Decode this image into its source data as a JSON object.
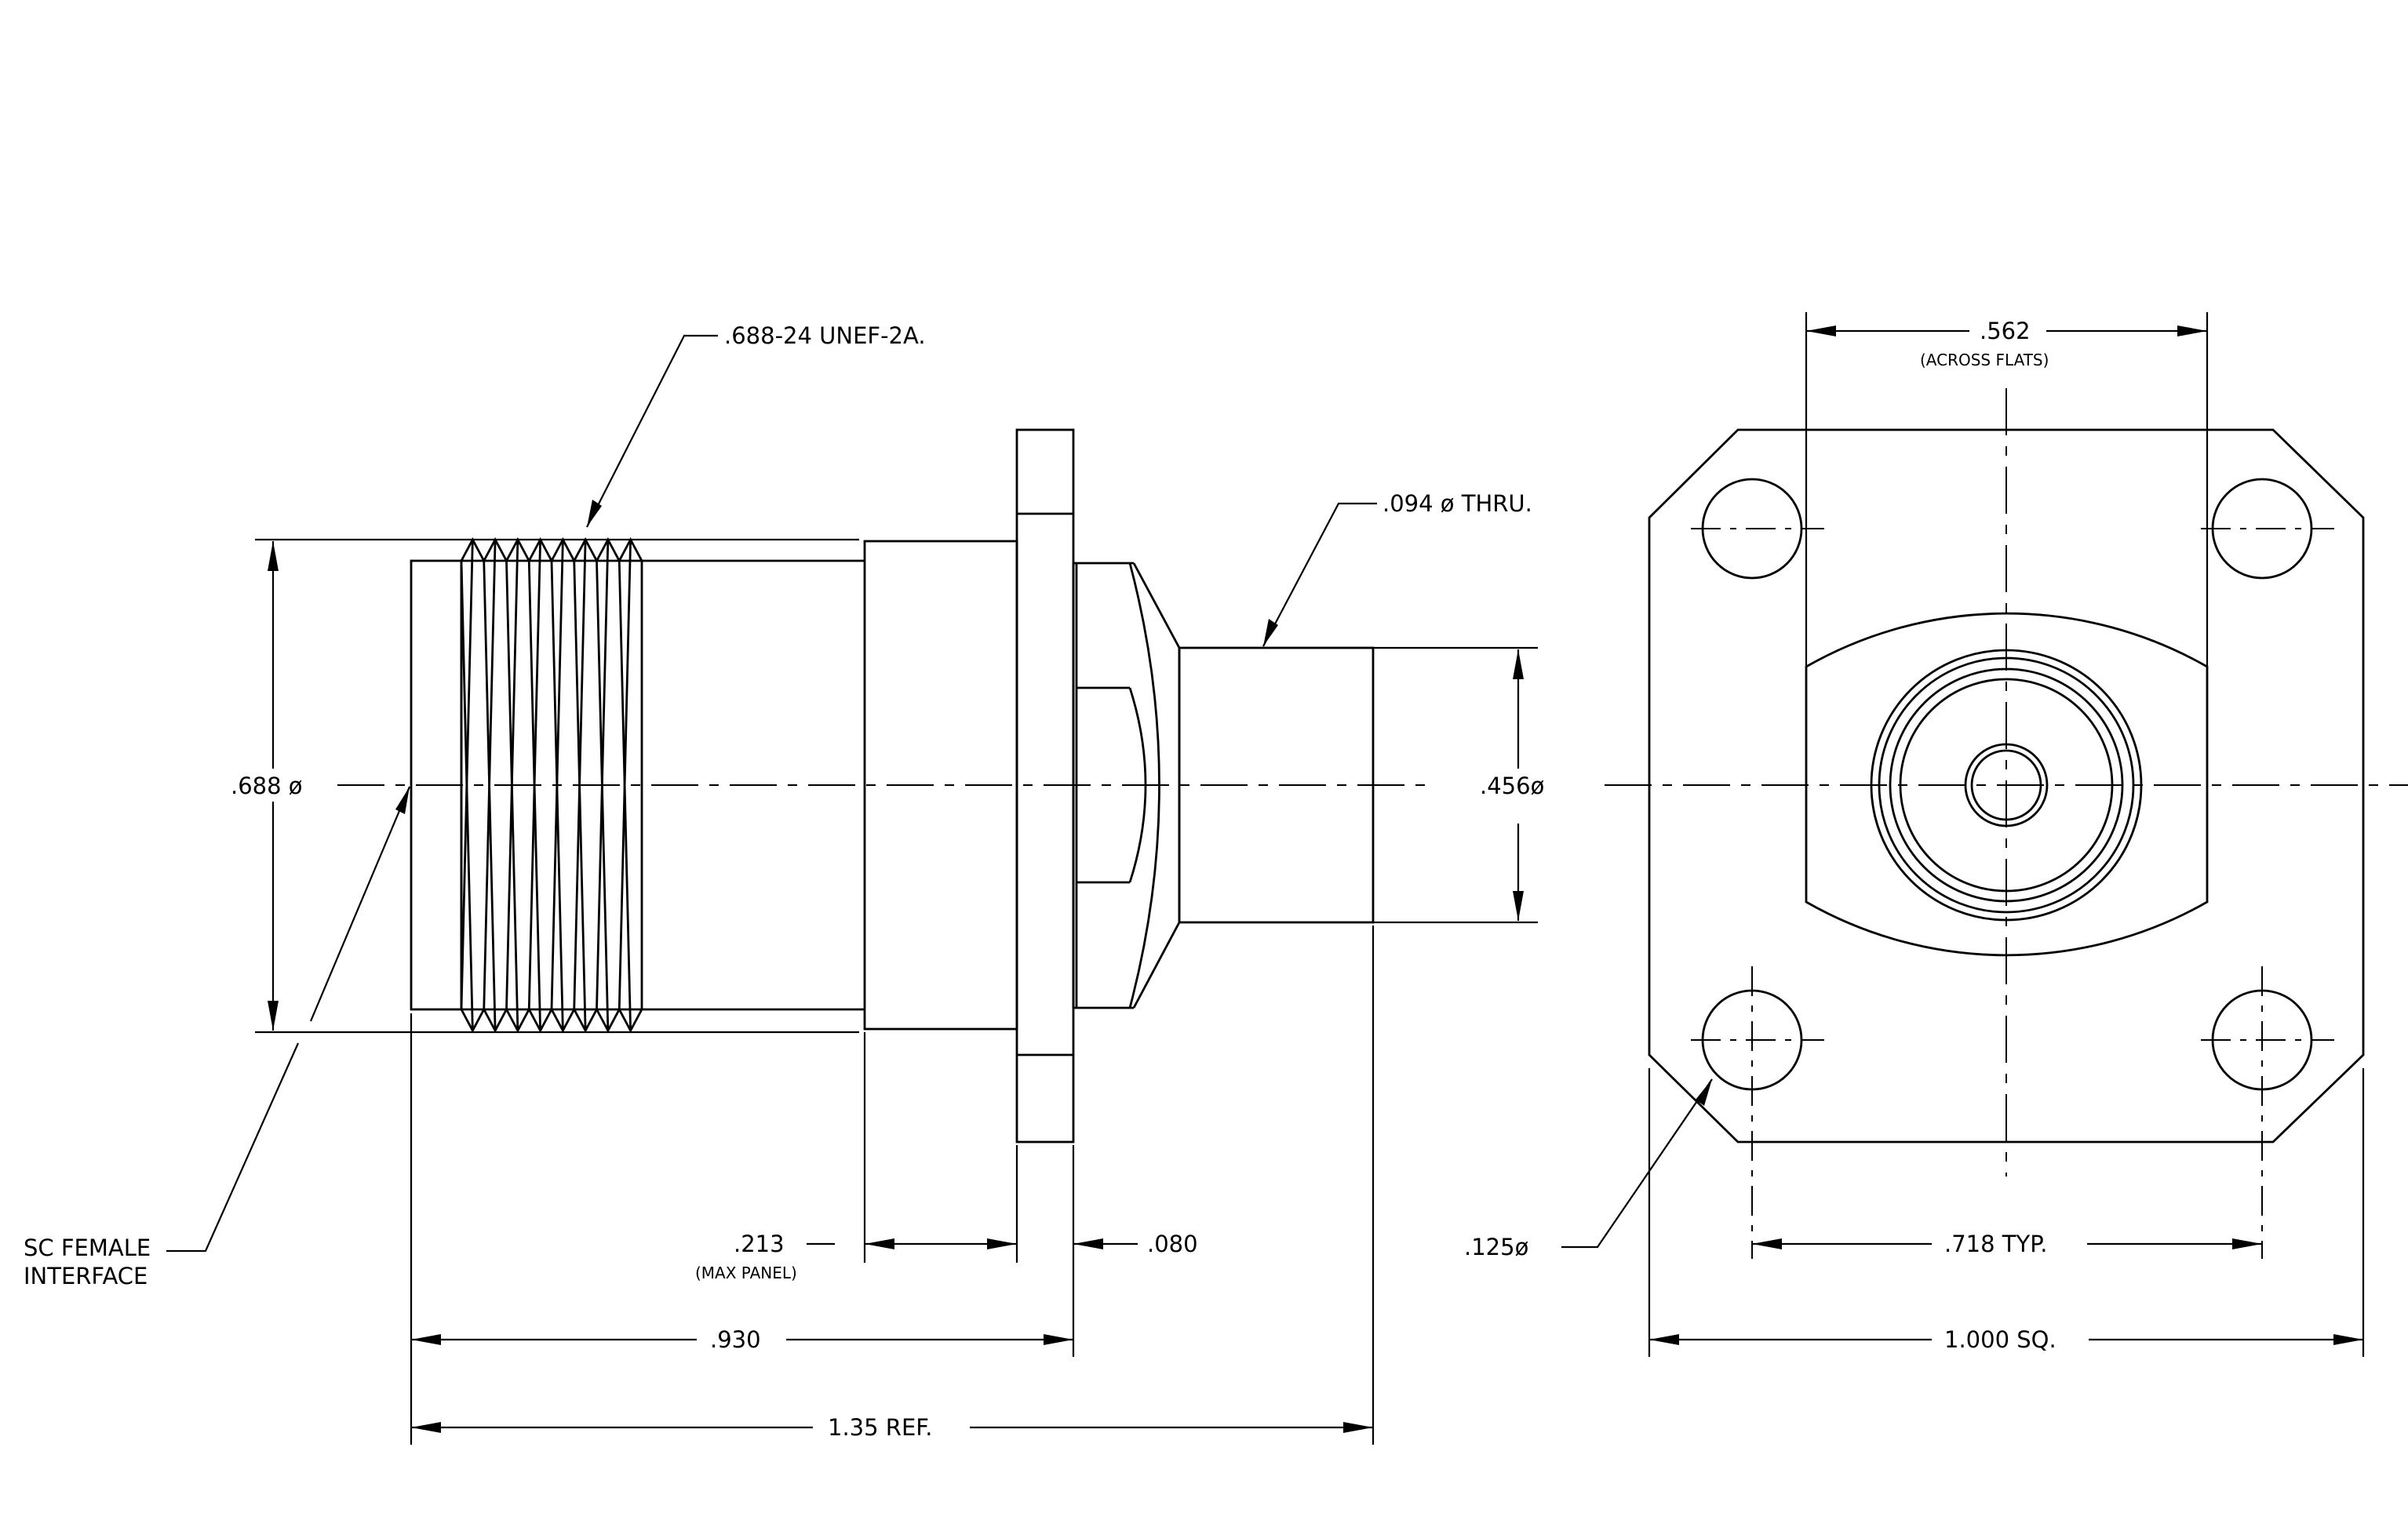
{
  "labels": {
    "thread": ".688-24 UNEF-2A.",
    "thru_hole": ".094 ø THRU.",
    "dia_688": ".688 ø",
    "dia_456": ".456ø",
    "sc_female_1": "SC FEMALE",
    "sc_female_2": "INTERFACE",
    "dim_213": ".213",
    "max_panel": "(MAX PANEL)",
    "dim_080": ".080",
    "dim_930": ".930",
    "dim_135": "1.35 REF.",
    "dim_562": ".562",
    "across_flats": "(ACROSS FLATS)",
    "hole_125": ".125ø",
    "dim_718": ".718 TYP.",
    "dim_1000": "1.000 SQ."
  }
}
